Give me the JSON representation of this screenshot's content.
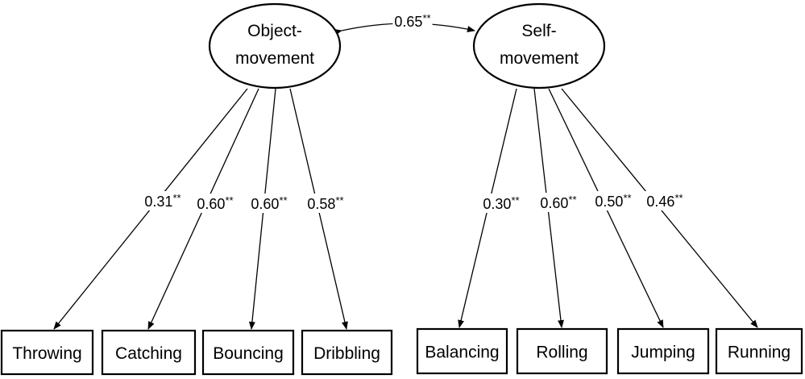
{
  "latent_factors": [
    {
      "id": "object",
      "lines": [
        "Object-",
        "movement"
      ]
    },
    {
      "id": "self",
      "lines": [
        "Self-",
        "movement"
      ]
    }
  ],
  "covariance": {
    "value": "0.65",
    "sig": "**"
  },
  "indicators": [
    {
      "label": "Throwing",
      "factor": "object",
      "loading": "0.31",
      "sig": "**"
    },
    {
      "label": "Catching",
      "factor": "object",
      "loading": "0.60",
      "sig": "**"
    },
    {
      "label": "Bouncing",
      "factor": "object",
      "loading": "0.60",
      "sig": "**"
    },
    {
      "label": "Dribbling",
      "factor": "object",
      "loading": "0.58",
      "sig": "**"
    },
    {
      "label": "Balancing",
      "factor": "self",
      "loading": "0.30",
      "sig": "**"
    },
    {
      "label": "Rolling",
      "factor": "self",
      "loading": "0.60",
      "sig": "**"
    },
    {
      "label": "Jumping",
      "factor": "self",
      "loading": "0.50",
      "sig": "**"
    },
    {
      "label": "Running",
      "factor": "self",
      "loading": "0.46",
      "sig": "**"
    }
  ]
}
